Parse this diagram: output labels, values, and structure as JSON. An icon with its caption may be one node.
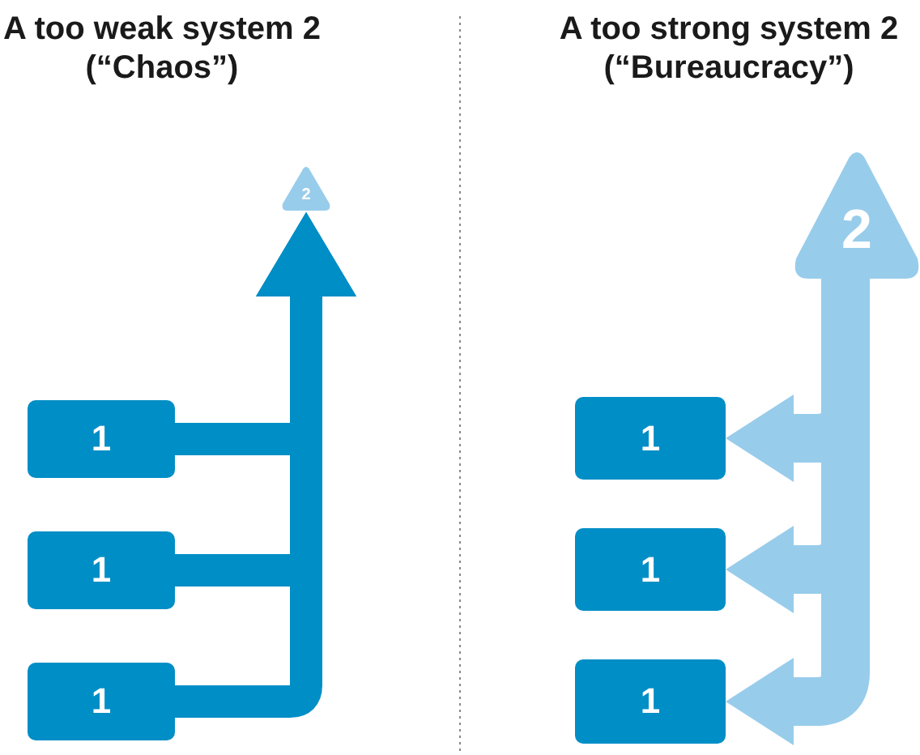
{
  "diagram": {
    "nodes": [
      {
        "text": [
          "1"
        ]
      },
      {
        "text": [
          "1"
        ]
      },
      {
        "text": [
          "1"
        ]
      },
      {
        "text": [
          "2"
        ]
      },
      {
        "text": [
          "2"
        ]
      },
      {
        "text": [
          "1"
        ]
      },
      {
        "text": [
          "1"
        ]
      },
      {
        "text": [
          "1"
        ]
      }
    ],
    "edges": [
      {
        "from": 0,
        "to": 3,
        "arrow": "to",
        "color": "#008ec6"
      },
      {
        "from": 1,
        "to": 3,
        "arrow": "to",
        "color": "#008ec6"
      },
      {
        "from": 2,
        "to": 3,
        "arrow": "to",
        "color": "#008ec6"
      },
      {
        "from": 4,
        "to": 5,
        "arrow": "to",
        "color": "#98cceb"
      },
      {
        "from": 4,
        "to": 6,
        "arrow": "to",
        "color": "#98cceb"
      },
      {
        "from": 4,
        "to": 7,
        "arrow": "to",
        "color": "#98cceb"
      }
    ],
    "labels": [
      "A too weak system 2 (“Chaos”)",
      "A too strong system 2 (“Bureaucracy”)"
    ]
  }
}
